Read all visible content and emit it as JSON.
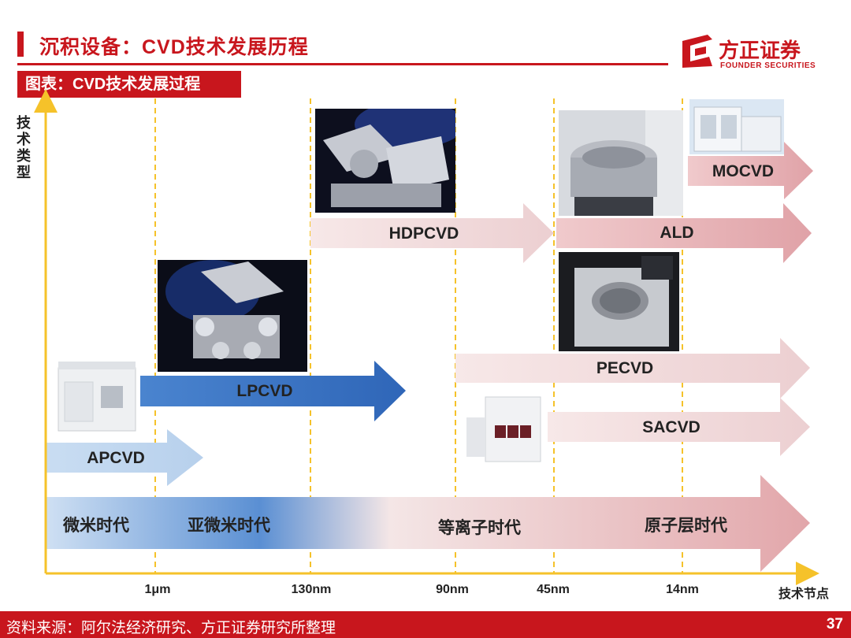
{
  "header": {
    "title": "沉积设备：CVD技术发展历程",
    "logo_name": "方正证券",
    "logo_sub": "FOUNDER SECURITIES",
    "figure_label": "图表：CVD技术发展过程"
  },
  "axes": {
    "y_title": "技术类型",
    "x_title": "技术节点",
    "ticks": [
      "1μm",
      "130nm",
      "90nm",
      "45nm",
      "14nm"
    ]
  },
  "technologies": {
    "apcvd": "APCVD",
    "lpcvd": "LPCVD",
    "hdpcvd": "HDPCVD",
    "pecvd": "PECVD",
    "sacvd": "SACVD",
    "ald": "ALD",
    "mocvd": "MOCVD"
  },
  "eras": [
    "微米时代",
    "亚微米时代",
    "等离子时代",
    "原子层时代"
  ],
  "colors": {
    "brand_red": "#c8161d",
    "axis_yellow": "#f5c22a",
    "blue_arrow": "#3a74c4",
    "light_blue_arrow": "#c7dbf1",
    "pink_arrow": "#f3dcdd",
    "rose_arrow": "#e3a8ac"
  },
  "footer": {
    "source": "资料来源：阿尔法经济研究、方正证券研究所整理",
    "page": "37"
  }
}
